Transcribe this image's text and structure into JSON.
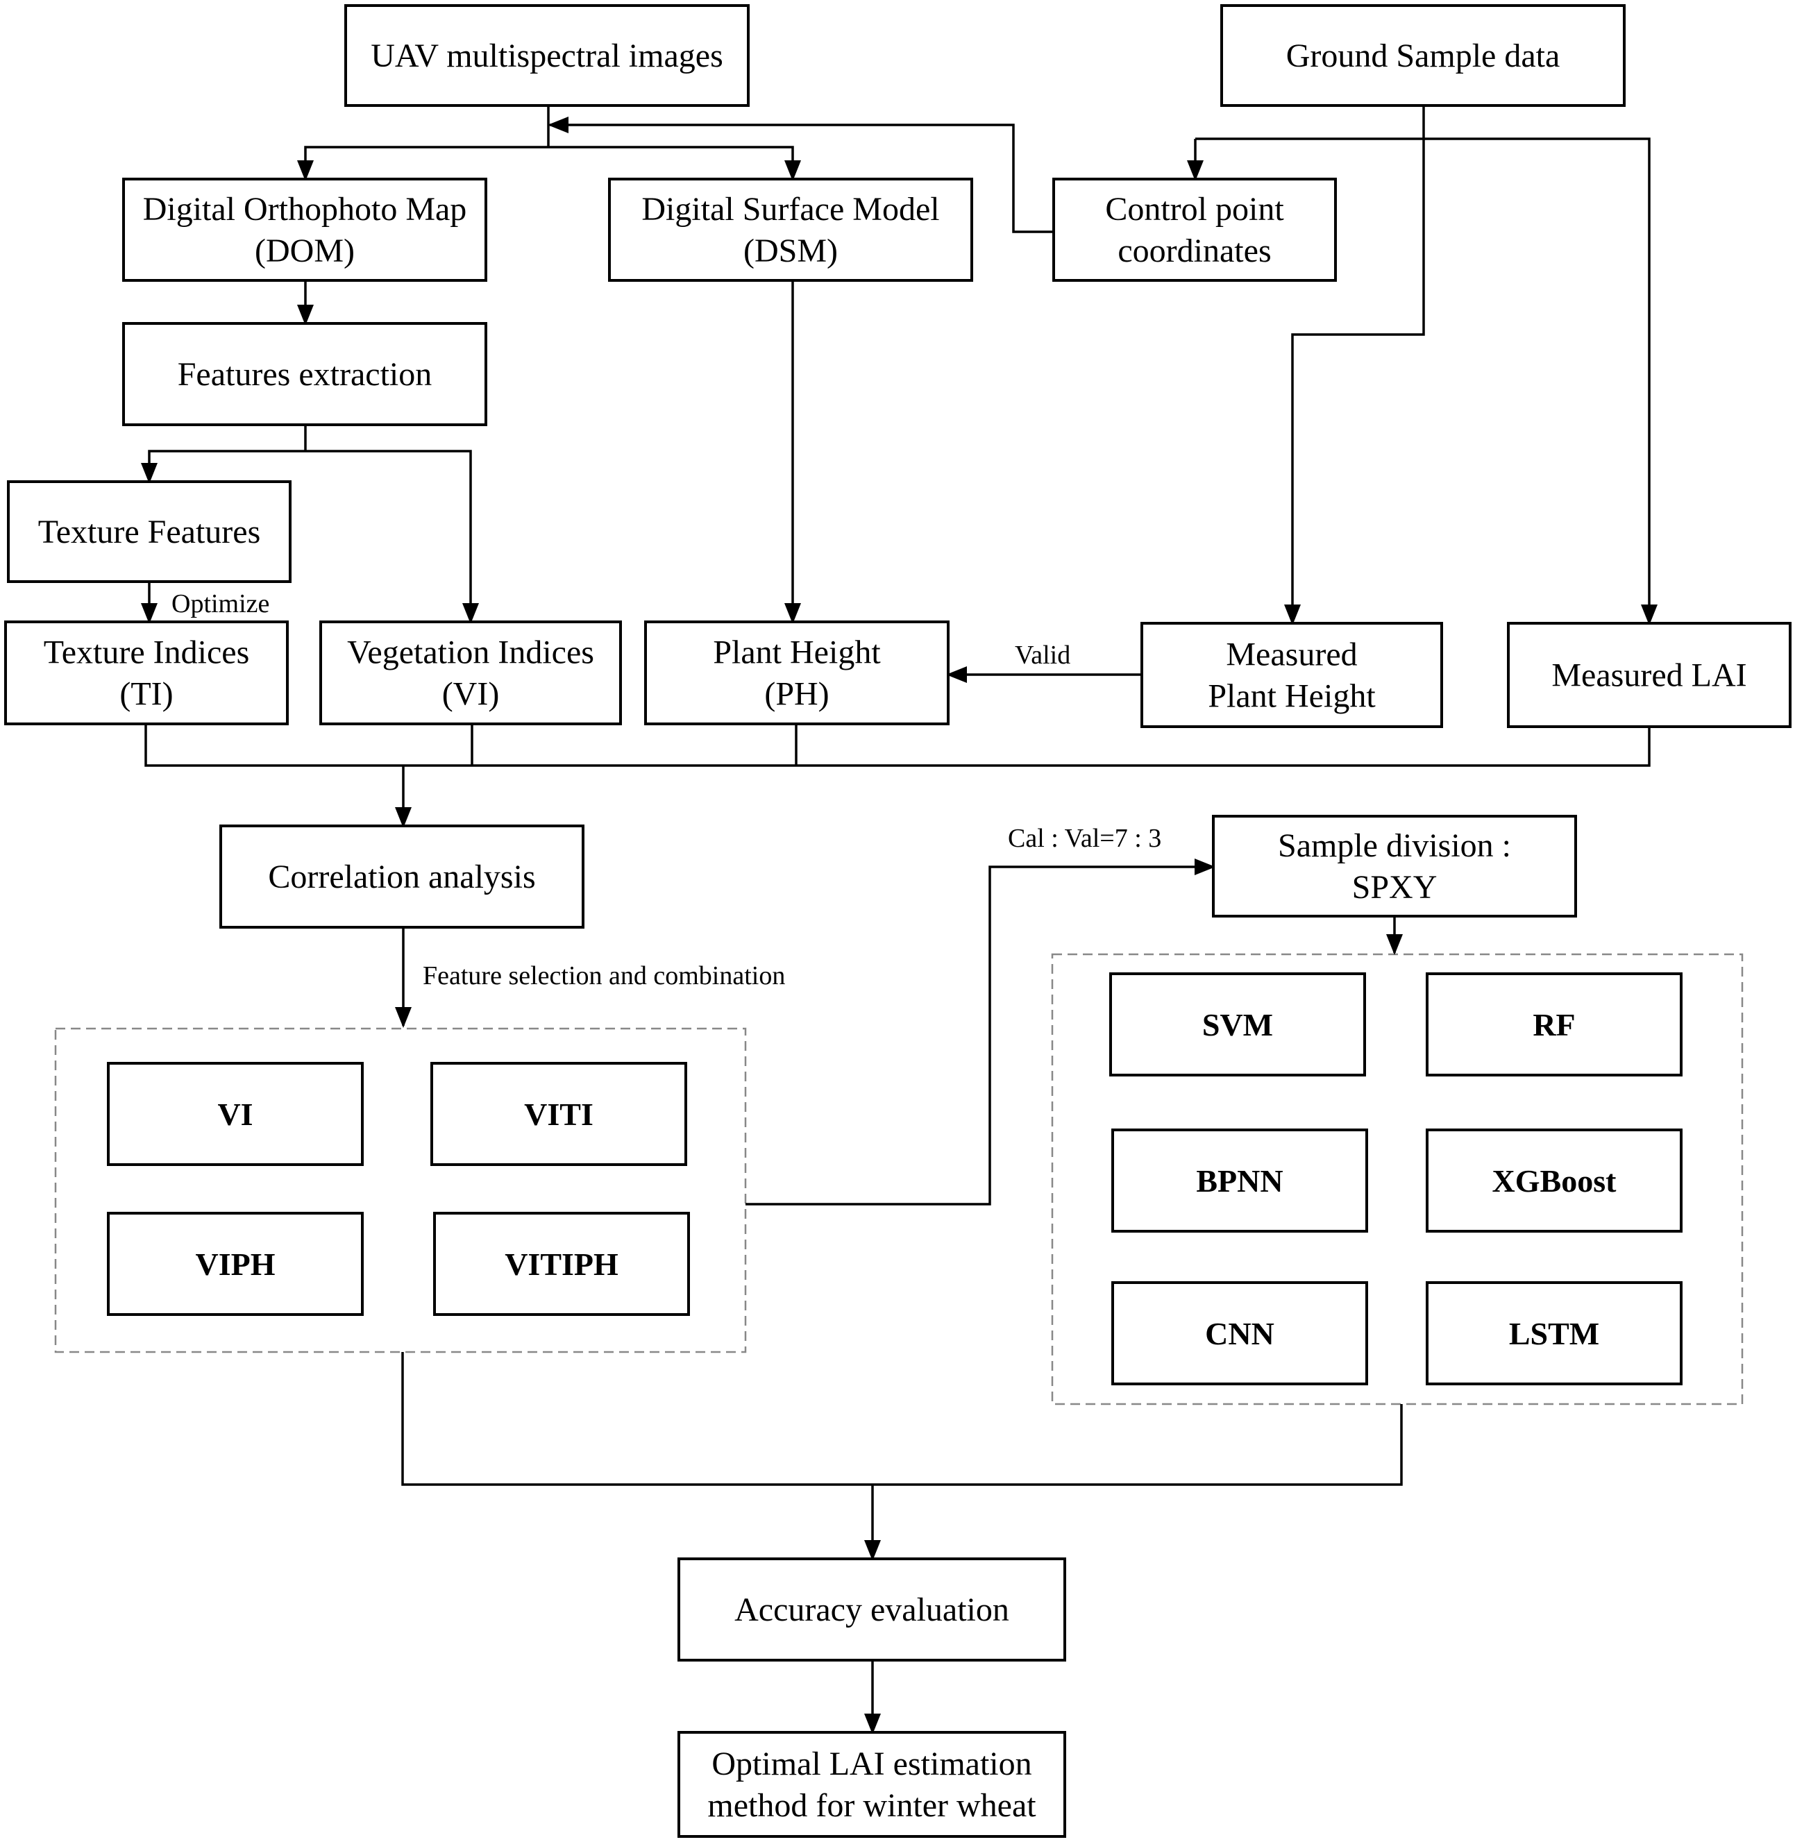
{
  "nodes": {
    "uav": [
      "UAV multispectral images"
    ],
    "ground": [
      "Ground Sample data"
    ],
    "dom": [
      "Digital Orthophoto Map",
      "(DOM)"
    ],
    "dsm": [
      "Digital Surface Model",
      "(DSM)"
    ],
    "control": [
      "Control point",
      "coordinates"
    ],
    "features": [
      "Features extraction"
    ],
    "texture_features": [
      "Texture Features"
    ],
    "ti": [
      "Texture Indices",
      "(TI)"
    ],
    "vi_box": [
      "Vegetation Indices",
      "(VI)"
    ],
    "ph": [
      "Plant Height",
      "(PH)"
    ],
    "measured_ph": [
      "Measured",
      "Plant Height"
    ],
    "measured_lai": [
      "Measured LAI"
    ],
    "correlation": [
      "Correlation analysis"
    ],
    "sample_division": [
      "Sample division :",
      "SPXY"
    ],
    "vi": [
      "VI"
    ],
    "viti": [
      "VITI"
    ],
    "viph": [
      "VIPH"
    ],
    "vitiph": [
      "VITIPH"
    ],
    "svm": [
      "SVM"
    ],
    "rf": [
      "RF"
    ],
    "bpnn": [
      "BPNN"
    ],
    "xgboost": [
      "XGBoost"
    ],
    "cnn": [
      "CNN"
    ],
    "lstm": [
      "LSTM"
    ],
    "accuracy": [
      "Accuracy evaluation"
    ],
    "optimal": [
      "Optimal LAI estimation",
      "method for winter wheat"
    ]
  },
  "edge_labels": {
    "optimize": "Optimize",
    "valid": "Valid",
    "feature_selection": "Feature selection and combination",
    "cal_val": "Cal : Val=7 : 3"
  },
  "colors": {
    "line": "#000000",
    "group_border": "#888888"
  }
}
